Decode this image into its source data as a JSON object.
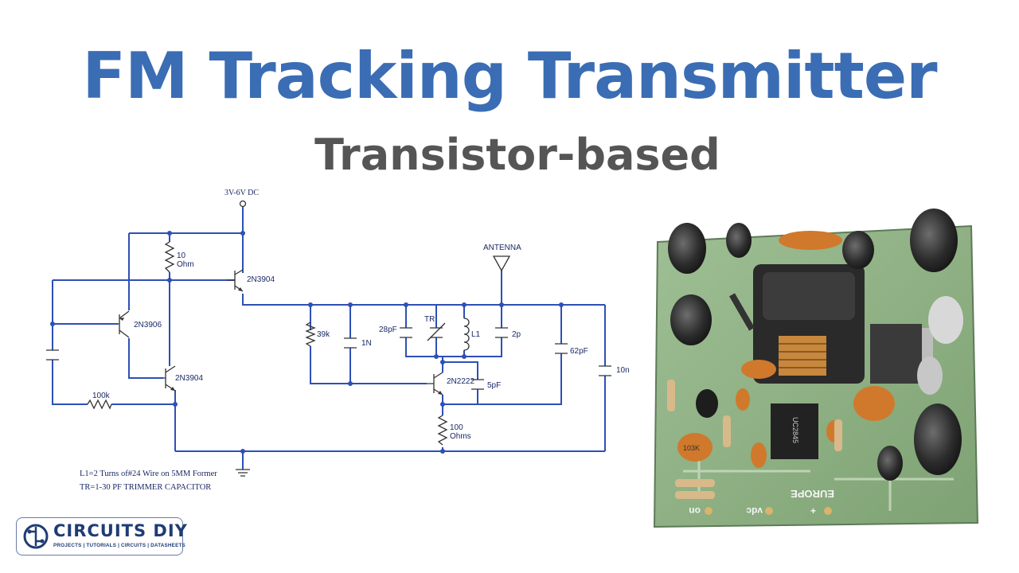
{
  "header": {
    "title": "FM Tracking Transmitter",
    "subtitle": "Transistor-based"
  },
  "schematic": {
    "supply": "3V-6V DC",
    "antenna": "ANTENNA",
    "resistors": {
      "r1": "10",
      "r1_unit": "Ohm",
      "r2": "100k",
      "r3": "39k",
      "r4": "100",
      "r4_unit": "Ohms"
    },
    "transistors": {
      "q1": "2N3904",
      "q2": "2N3906",
      "q3": "2N3904",
      "q4": "2N2222"
    },
    "capacitors": {
      "c1": "1N",
      "c2": "28pF",
      "trimmer": "TR",
      "c3": "2p",
      "c4": "5pF",
      "c5": "62pF",
      "c6": "10n"
    },
    "inductor": "L1",
    "notes": [
      "L1=2 Turns of#24 Wire on 5MM Former",
      "TR=1-30 PF TRIMMER CAPACITOR"
    ]
  },
  "pcb": {
    "markings": [
      "EUROPE",
      "UC2845",
      "103K",
      "+",
      "vdc",
      "on"
    ]
  },
  "logo": {
    "name": "CIRCUITS DIY",
    "tagline": "PROJECTS | TUTORIALS | CIRCUITS | DATASHEETS"
  },
  "colors": {
    "title": "#3a6db4",
    "subtitle": "#555555",
    "wire": "#2e50b5",
    "logo": "#1f3c74"
  }
}
